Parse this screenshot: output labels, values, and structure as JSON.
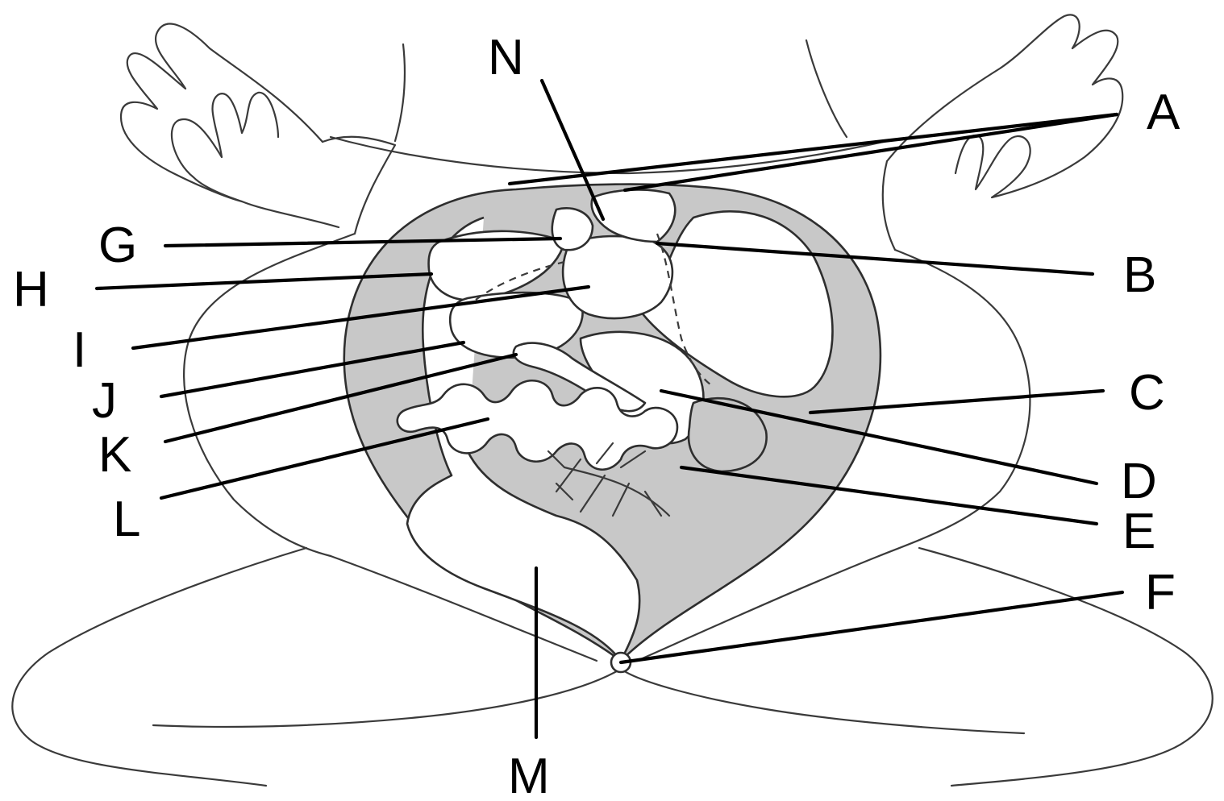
{
  "labels": {
    "A": "A",
    "B": "B",
    "C": "C",
    "D": "D",
    "E": "E",
    "F": "F",
    "G": "G",
    "H": "H",
    "I": "I",
    "J": "J",
    "K": "K",
    "L": "L",
    "M": "M",
    "N": "N"
  },
  "colors": {
    "cavity": "#c8c8c8",
    "line": "#000000",
    "outline": "#3a3a3a"
  }
}
